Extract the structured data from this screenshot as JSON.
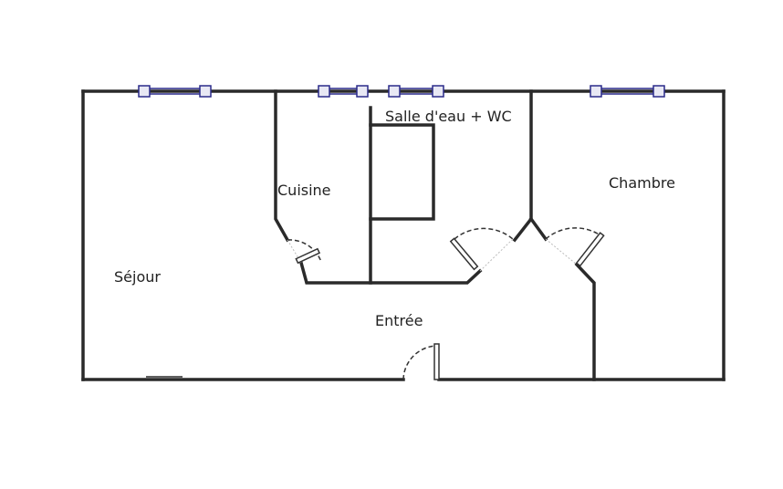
{
  "plan": {
    "rooms": [
      {
        "id": "sejour",
        "label": "Séjour"
      },
      {
        "id": "cuisine",
        "label": "Cuisine"
      },
      {
        "id": "salle-deau",
        "label": "Salle d'eau + WC"
      },
      {
        "id": "chambre",
        "label": "Chambre"
      },
      {
        "id": "entree",
        "label": "Entrée"
      }
    ]
  }
}
